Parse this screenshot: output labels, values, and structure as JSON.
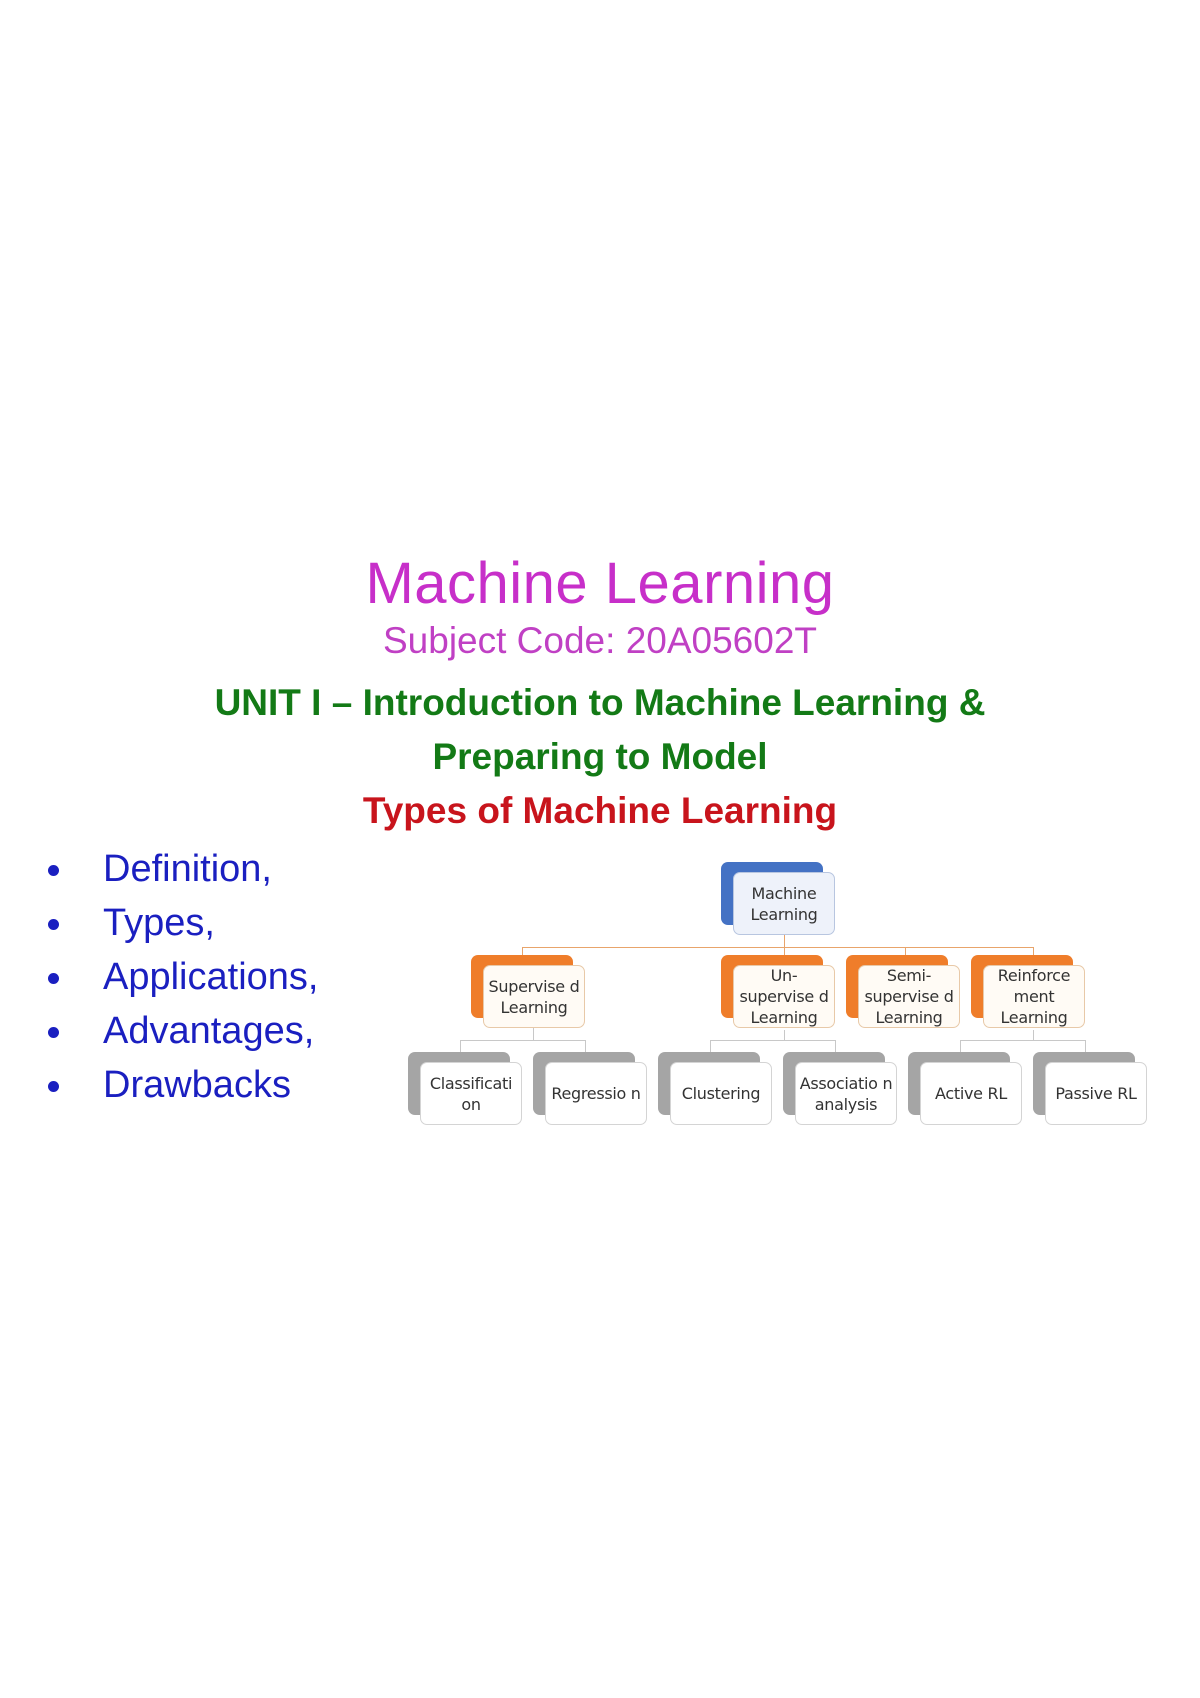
{
  "slide": {
    "title": "Machine Learning",
    "subtitle": "Subject Code: 20A05602T",
    "unit_line1": "UNIT I – Introduction to Machine Learning &",
    "unit_line2": "Preparing to Model",
    "topic": "Types of Machine Learning",
    "bullets": [
      "Definition,",
      "Types,",
      "Applications,",
      "Advantages,",
      "Drawbacks"
    ]
  },
  "diagram": {
    "root": "Machine Learning",
    "categories": [
      {
        "label": "Supervised Learning",
        "display": "Supervise d Learning",
        "children": [
          "Classification",
          "Regression"
        ]
      },
      {
        "label": "Un-supervised Learning",
        "display": "Un- supervise d Learning",
        "children": [
          "Clustering",
          "Association analysis"
        ]
      },
      {
        "label": "Semi-supervised Learning",
        "display": "Semi- supervise d Learning",
        "children": []
      },
      {
        "label": "Reinforcement Learning",
        "display": "Reinforce ment Learning",
        "children": [
          "Active RL",
          "Passive RL"
        ]
      }
    ],
    "leaves": {
      "l0": "Classificati on",
      "l1": "Regressio n",
      "l2": "Clustering",
      "l3": "Associatio n analysis",
      "l4": "Active RL",
      "l5": "Passive RL"
    },
    "nodes": {
      "root": "Machine Learning",
      "c0": "Supervise d Learning",
      "c1": "Un- supervise d Learning",
      "c2": "Semi- supervise d Learning",
      "c3": "Reinforce ment Learning"
    }
  },
  "colors": {
    "title": "#c72fc9",
    "unit": "#137a16",
    "topic": "#c8141c",
    "bullets": "#1a1fc0",
    "root_box": "#4472c4",
    "category_box": "#ef7d2a",
    "leaf_box": "#a5a5a5"
  }
}
